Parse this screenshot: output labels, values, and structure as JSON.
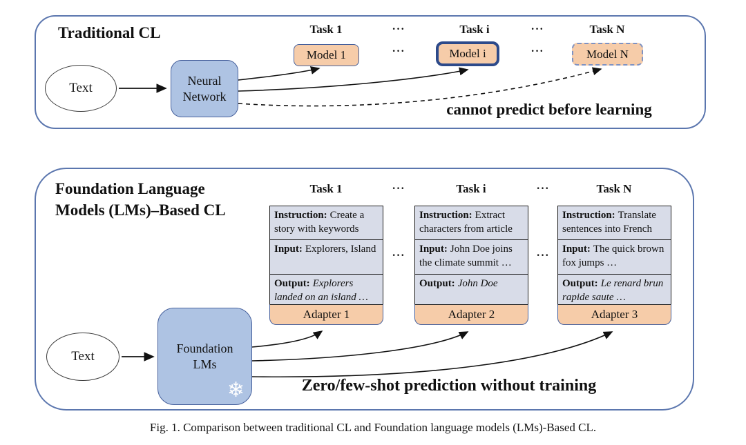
{
  "top_panel": {
    "title": "Traditional CL",
    "tasks": [
      "Task 1",
      "Task i",
      "Task N"
    ],
    "dots": "···",
    "models": [
      "Model 1",
      "Model i",
      "Model N"
    ],
    "input_text": "Text",
    "network_line1": "Neural",
    "network_line2": "Network",
    "note": "cannot predict before learning"
  },
  "bottom_panel": {
    "title_line1": "Foundation Language",
    "title_line2": "Models (LMs)–Based CL",
    "tasks": [
      "Task 1",
      "Task i",
      "Task N"
    ],
    "dots": "···",
    "labels": {
      "instruction": "Instruction:",
      "input": "Input:",
      "output": "Output:"
    },
    "cards": [
      {
        "instruction": "Create a story with keywords",
        "input": "Explorers, Island",
        "output": "Explorers landed on an island …",
        "adapter": "Adapter 1"
      },
      {
        "instruction": "Extract characters from article",
        "input": "John Doe joins the climate summit …",
        "output": "John Doe",
        "adapter": "Adapter 2"
      },
      {
        "instruction": "Translate sentences into French",
        "input": "The quick brown fox jumps …",
        "output": "Le renard brun rapide saute …",
        "adapter": "Adapter 3"
      }
    ],
    "input_text": "Text",
    "model_line1": "Foundation",
    "model_line2": "LMs",
    "snowflake_glyph": "❄",
    "note": "Zero/few-shot prediction without training"
  },
  "caption": "Fig. 1.  Comparison between traditional CL and Foundation language models (LMs)-Based CL.",
  "colors": {
    "panel_border": "#5b76ae",
    "model_fill": "#f6cca9",
    "network_fill": "#aec3e3",
    "section_fill": "#d8dce8",
    "accent_border": "#46609c",
    "thick_border": "#2d4a8a"
  }
}
